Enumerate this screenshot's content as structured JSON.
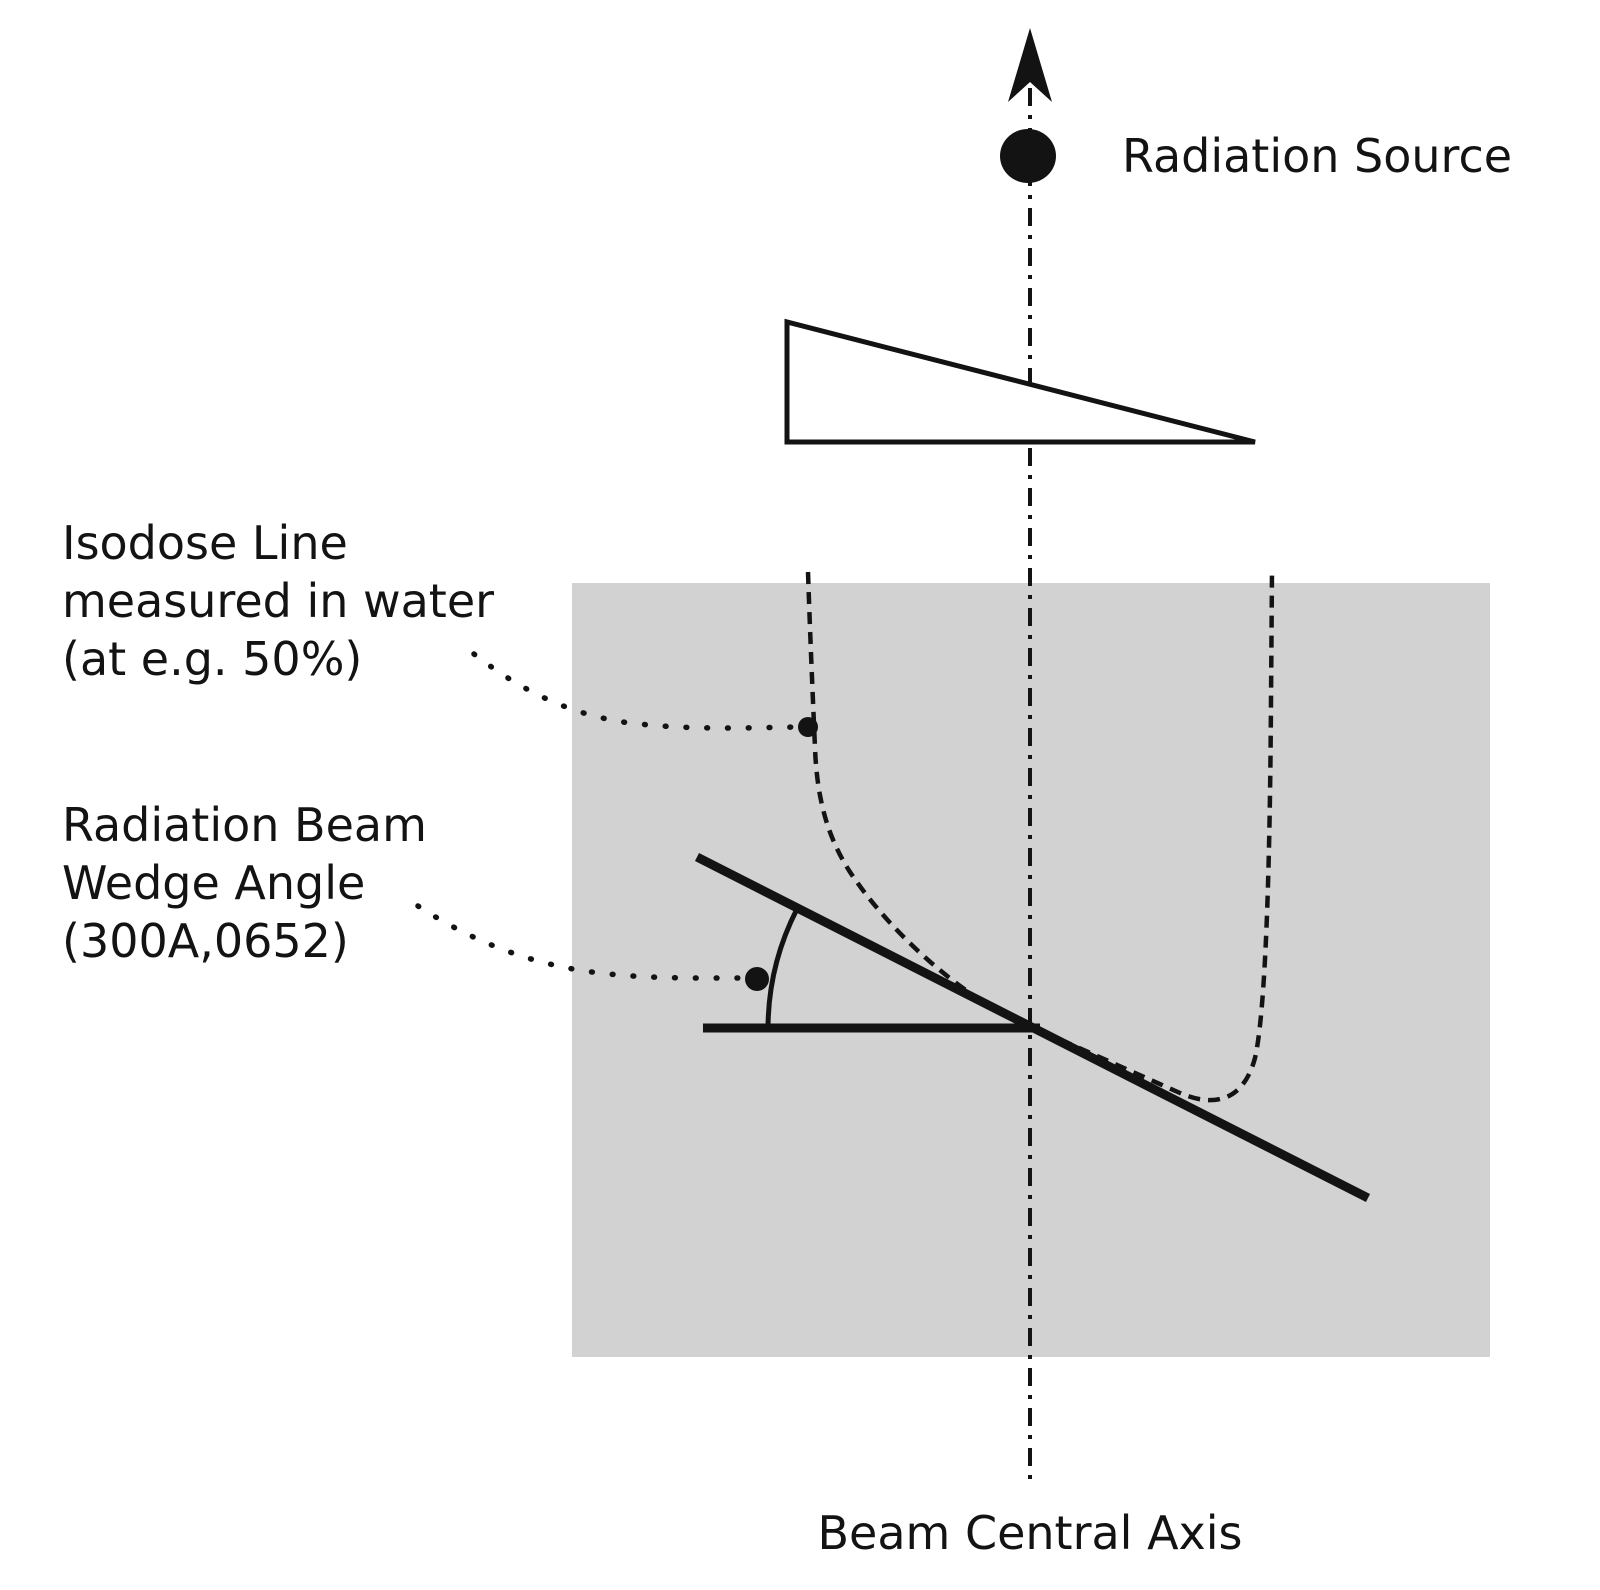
{
  "diagram": {
    "type": "radiotherapy-wedge-angle-schematic",
    "labels": {
      "radiation_source": "Radiation Source",
      "isodose_line1": "Isodose Line",
      "isodose_line2": "measured in water",
      "isodose_line3": "(at e.g. 50%)",
      "wedge_angle_line1": "Radiation Beam",
      "wedge_angle_line2": "Wedge Angle",
      "wedge_angle_line3": "(300A,0652)",
      "beam_central_axis": "Beam Central Axis"
    },
    "colors": {
      "ink": "#131313",
      "water": "#d2d2d2",
      "bg": "#ffffff"
    }
  }
}
